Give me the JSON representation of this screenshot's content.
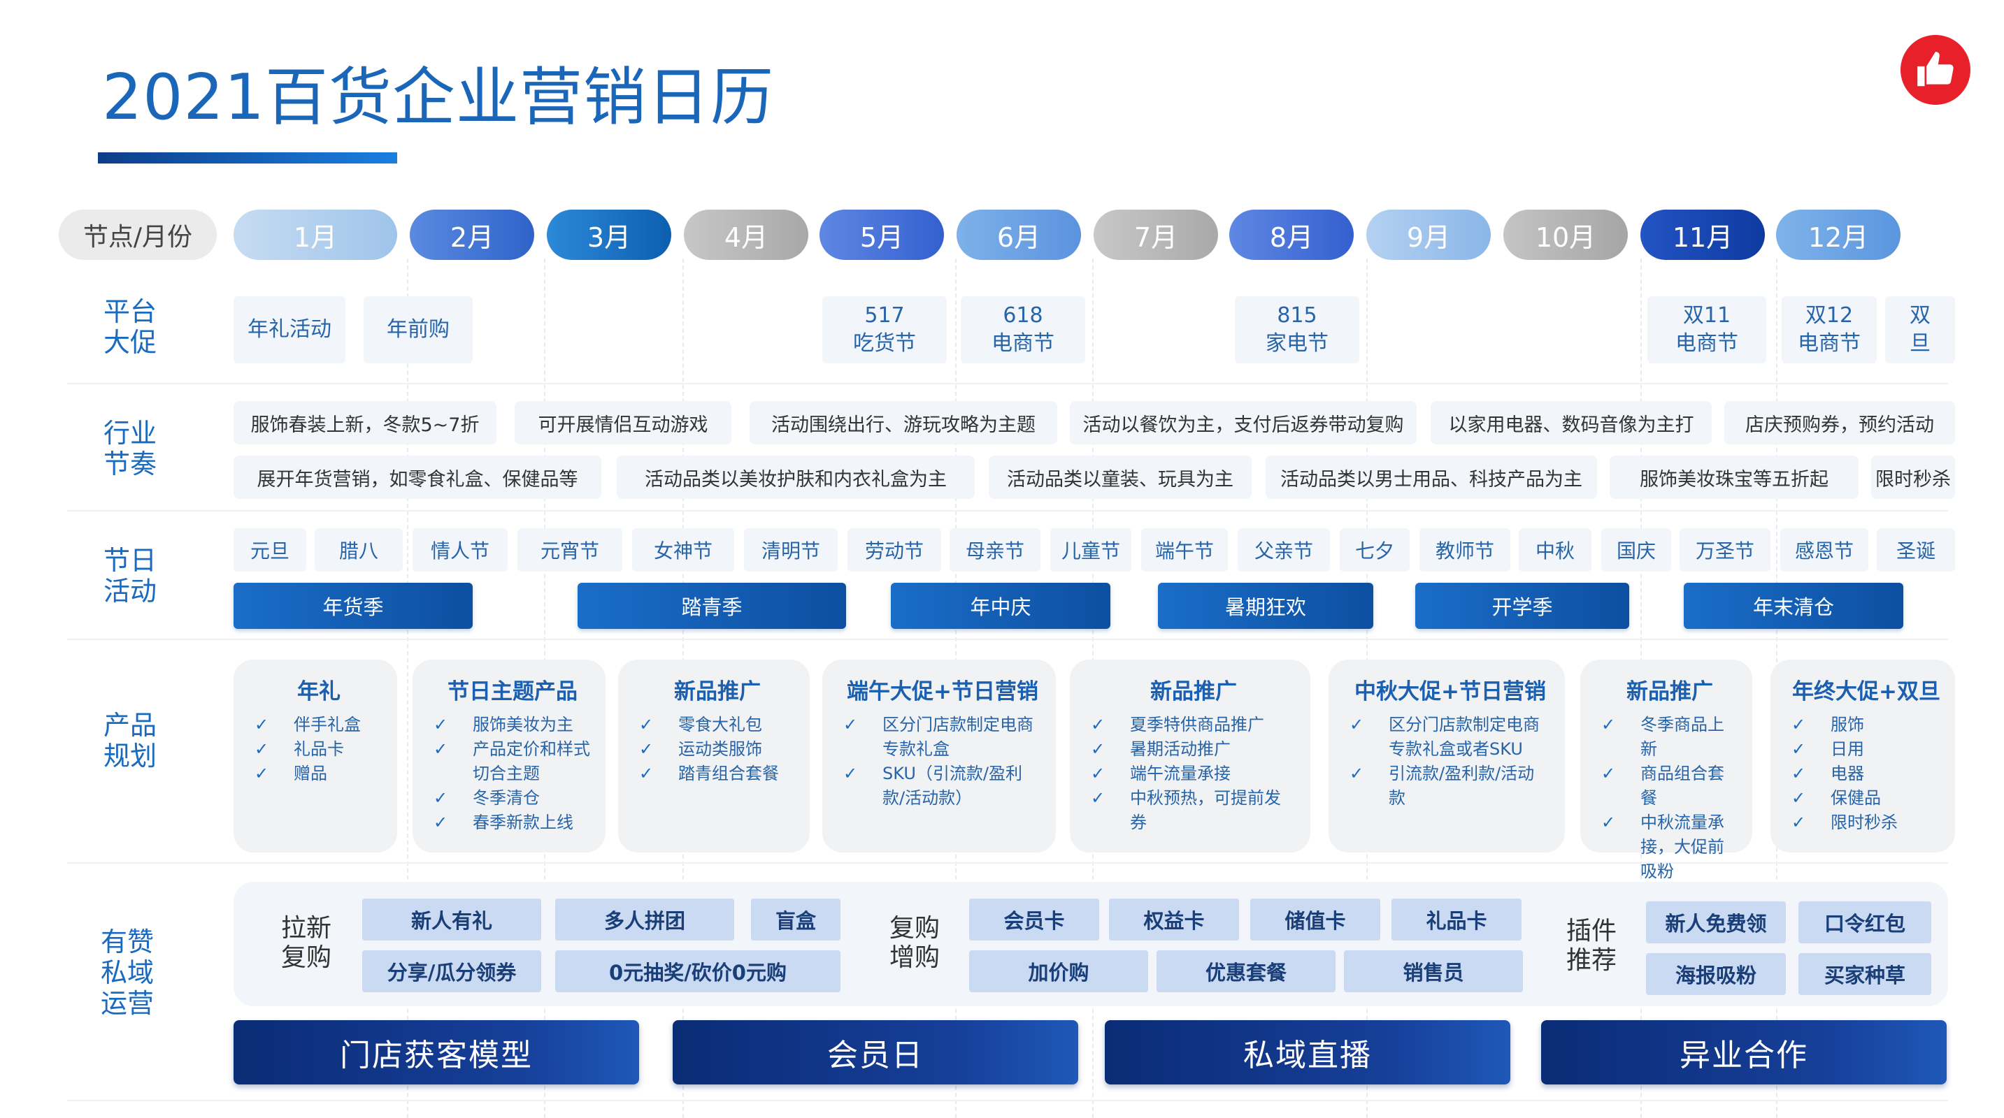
{
  "title": "2021百货企业营销日历",
  "colors": {
    "title": "#1a66b8",
    "accent": "#0d4fa0",
    "logo": "#e8202a"
  },
  "header_label": "节点/月份",
  "months": [
    {
      "label": "1月",
      "color": "linear-gradient(90deg,#c6dcf2,#9fc4ea)"
    },
    {
      "label": "2月",
      "color": "linear-gradient(90deg,#5a8be0,#2f63c9)"
    },
    {
      "label": "3月",
      "color": "linear-gradient(90deg,#2c89d8,#0d5fb0)"
    },
    {
      "label": "4月",
      "color": "linear-gradient(90deg,#c7c7c7,#a8a8a8)"
    },
    {
      "label": "5月",
      "color": "linear-gradient(90deg,#5f87e3,#3460cf)"
    },
    {
      "label": "6月",
      "color": "linear-gradient(90deg,#7eb1ea,#5b93de)"
    },
    {
      "label": "7月",
      "color": "linear-gradient(90deg,#c8c8c8,#a9a9a9)"
    },
    {
      "label": "8月",
      "color": "linear-gradient(90deg,#5f87e3,#3460cf)"
    },
    {
      "label": "9月",
      "color": "linear-gradient(90deg,#b4d1f1,#8ab6e8)"
    },
    {
      "label": "10月",
      "color": "linear-gradient(90deg,#c4c4c4,#a5a5a5)"
    },
    {
      "label": "11月",
      "color": "linear-gradient(90deg,#2354c4,#0e3aa0)"
    },
    {
      "label": "12月",
      "color": "linear-gradient(90deg,#7fb3ea,#5a95de)"
    }
  ],
  "row_labels": {
    "platform": [
      "平台",
      "大促"
    ],
    "industry": [
      "行业",
      "节奏"
    ],
    "holiday": [
      "节日",
      "活动"
    ],
    "product": [
      "产品",
      "规划"
    ],
    "ops": [
      "有赞",
      "私域",
      "运营"
    ]
  },
  "platform_events": [
    {
      "line1": "年礼活动",
      "line2": ""
    },
    {
      "line1": "年前购",
      "line2": ""
    },
    {
      "line1": "517",
      "line2": "吃货节"
    },
    {
      "line1": "618",
      "line2": "电商节"
    },
    {
      "line1": "815",
      "line2": "家电节"
    },
    {
      "line1": "双11",
      "line2": "电商节"
    },
    {
      "line1": "双12",
      "line2": "电商节"
    },
    {
      "line1": "双",
      "line2": "旦"
    }
  ],
  "industry_row1": [
    "服饰春装上新，冬款5~7折",
    "可开展情侣互动游戏",
    "活动围绕出行、游玩攻略为主题",
    "活动以餐饮为主，支付后返券带动复购",
    "以家用电器、数码音像为主打",
    "店庆预购券，预约活动"
  ],
  "industry_row2": [
    "展开年货营销，如零食礼盒、保健品等",
    "活动品类以美妆护肤和内衣礼盒为主",
    "活动品类以童装、玩具为主",
    "活动品类以男士用品、科技产品为主",
    "服饰美妆珠宝等五折起",
    "限时秒杀"
  ],
  "holidays": [
    "元旦",
    "腊八",
    "情人节",
    "元宵节",
    "女神节",
    "清明节",
    "劳动节",
    "母亲节",
    "儿童节",
    "端午节",
    "父亲节",
    "七夕",
    "教师节",
    "中秋",
    "国庆",
    "万圣节",
    "感恩节",
    "圣诞"
  ],
  "seasons": [
    "年货季",
    "踏青季",
    "年中庆",
    "暑期狂欢",
    "开学季",
    "年末清仓"
  ],
  "products": [
    {
      "title": "年礼",
      "items": [
        "伴手礼盒",
        "礼品卡",
        "赠品"
      ]
    },
    {
      "title": "节日主题产品",
      "items": [
        "服饰美妆为主",
        "产品定价和样式切合主题",
        "冬季清仓",
        "春季新款上线"
      ]
    },
    {
      "title": "新品推广",
      "items": [
        "零食大礼包",
        "运动类服饰",
        "踏青组合套餐"
      ]
    },
    {
      "title": "端午大促+节日营销",
      "items": [
        "区分门店款制定电商专款礼盒",
        "SKU（引流款/盈利款/活动款）"
      ]
    },
    {
      "title": "新品推广",
      "items": [
        "夏季特供商品推广",
        "暑期活动推广",
        "端午流量承接",
        "中秋预热，可提前发券"
      ]
    },
    {
      "title": "中秋大促+节日营销",
      "items": [
        "区分门店款制定电商专款礼盒或者SKU",
        "引流款/盈利款/活动款"
      ]
    },
    {
      "title": "新品推广",
      "items": [
        "冬季商品上新",
        "商品组合套餐",
        "中秋流量承接，大促前吸粉"
      ]
    },
    {
      "title": "年终大促+双旦",
      "items": [
        "服饰",
        "日用",
        "电器",
        "保健品",
        "限时秒杀"
      ]
    }
  ],
  "check_icon": "✓",
  "ops": {
    "g1_label": [
      "拉新",
      "复购"
    ],
    "g1_tags": [
      "新人有礼",
      "多人拼团",
      "盲盒",
      "分享/瓜分领券",
      "0元抽奖/砍价0元购"
    ],
    "g2_label": [
      "复购",
      "增购"
    ],
    "g2_tags": [
      "会员卡",
      "权益卡",
      "储值卡",
      "礼品卡",
      "加价购",
      "优惠套餐",
      "销售员"
    ],
    "g3_label": [
      "插件",
      "推荐"
    ],
    "g3_tags": [
      "新人免费领",
      "口令红包",
      "海报吸粉",
      "买家种草"
    ]
  },
  "bottom_buttons": [
    "门店获客模型",
    "会员日",
    "私域直播",
    "异业合作"
  ],
  "logo_icon": "thumbs-up-icon"
}
